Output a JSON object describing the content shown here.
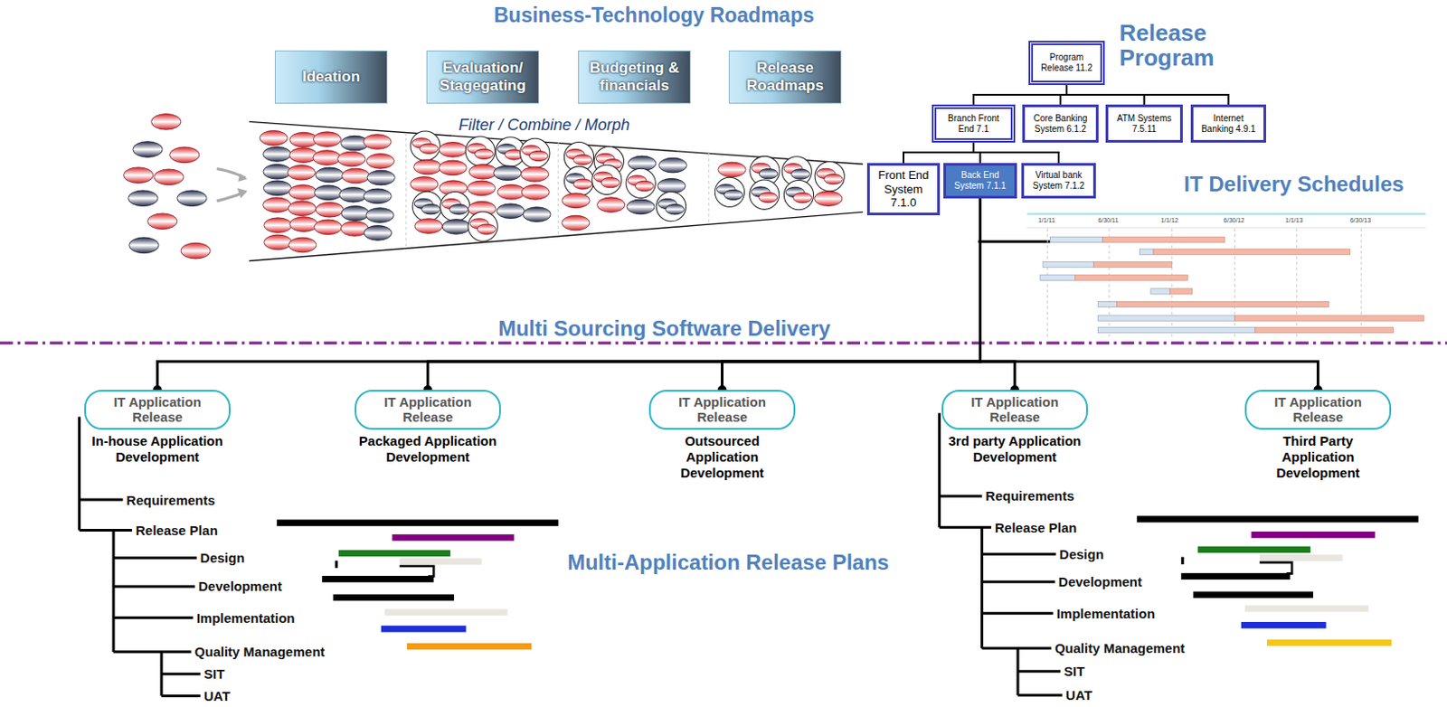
{
  "diagram": {
    "title": "Business-Technology Roadmaps",
    "nodes": [
      {
        "text": [
          "Ideation"
        ]
      },
      {
        "text": [
          "Evaluation/ Stagegating"
        ]
      },
      {
        "text": [
          "Budgeting & financials"
        ]
      },
      {
        "text": [
          "Release Roadmaps"
        ]
      },
      {
        "text": [
          "Program Release 11.2"
        ]
      },
      {
        "text": [
          "Branch Front End 7.1"
        ]
      },
      {
        "text": [
          "Core Banking System 6.1.2"
        ]
      },
      {
        "text": [
          "ATM Systems 7.5.11"
        ]
      },
      {
        "text": [
          "Internet Banking 4.9.1"
        ]
      },
      {
        "text": [
          "Front End System 7.1.0"
        ]
      },
      {
        "text": [
          "Back End System 7.1.1"
        ]
      },
      {
        "text": [
          "Virtual bank System 7.1.2"
        ]
      },
      {
        "text": [
          "IT Application Release",
          "In-house Application Development"
        ]
      },
      {
        "text": [
          "IT Application Release",
          "Packaged Application Development"
        ]
      },
      {
        "text": [
          "IT Application Release",
          "Outsourced Application Development"
        ]
      },
      {
        "text": [
          "IT Application Release",
          "3rd party Application Development"
        ]
      },
      {
        "text": [
          "IT Application Release",
          "Third Party Application Development"
        ]
      }
    ],
    "edges": [
      {
        "from": 4,
        "to": 5,
        "arrow": "none"
      },
      {
        "from": 4,
        "to": 6,
        "arrow": "none"
      },
      {
        "from": 4,
        "to": 7,
        "arrow": "none"
      },
      {
        "from": 4,
        "to": 8,
        "arrow": "none"
      },
      {
        "from": 5,
        "to": 9,
        "arrow": "none"
      },
      {
        "from": 5,
        "to": 10,
        "arrow": "none"
      },
      {
        "from": 5,
        "to": 11,
        "arrow": "none"
      },
      {
        "from": 10,
        "to": 12,
        "arrow": "none"
      },
      {
        "from": 10,
        "to": 13,
        "arrow": "none"
      },
      {
        "from": 10,
        "to": 14,
        "arrow": "none"
      },
      {
        "from": 10,
        "to": 15,
        "arrow": "none"
      },
      {
        "from": 10,
        "to": 16,
        "arrow": "none"
      }
    ],
    "labels": [
      "Filter / Combine / Morph",
      "Release Program",
      "IT Delivery Schedules",
      "1/1/11",
      "6/30/11",
      "1/1/12",
      "6/30/12",
      "1/1/13",
      "6/30/13",
      "Multi Sourcing Software Delivery",
      "Requirements",
      "Release Plan",
      "Design",
      "Development",
      "Implementation",
      "Quality Management",
      "SIT",
      "UAT",
      "Requirements",
      "Release Plan",
      "Design",
      "Development",
      "Implementation",
      "Quality Management",
      "SIT",
      "UAT",
      "Multi-Application Release Plans"
    ]
  }
}
